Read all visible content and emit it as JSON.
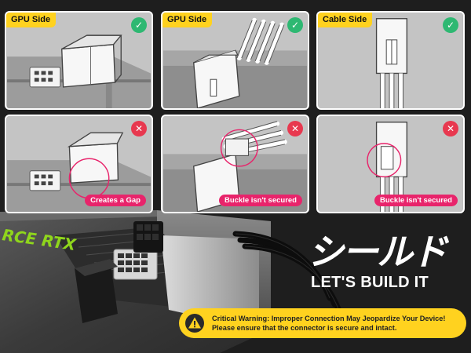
{
  "panels": [
    {
      "label": "GPU Side",
      "status": "correct",
      "status_icon": "✓",
      "caption": ""
    },
    {
      "label": "GPU Side",
      "status": "correct",
      "status_icon": "✓",
      "caption": ""
    },
    {
      "label": "Cable Side",
      "status": "correct",
      "status_icon": "✓",
      "caption": ""
    },
    {
      "label": "",
      "status": "incorrect",
      "status_icon": "✕",
      "caption": "Creates a Gap"
    },
    {
      "label": "",
      "status": "incorrect",
      "status_icon": "✕",
      "caption": "Buckle isn't secured"
    },
    {
      "label": "",
      "status": "incorrect",
      "status_icon": "✕",
      "caption": "Buckle isn't secured"
    }
  ],
  "brand": {
    "logo_text": "シールド",
    "slogan": "LET'S BUILD IT"
  },
  "gpu": {
    "model_text": "RCE RTX"
  },
  "warning": {
    "icon": "warning-triangle-icon",
    "line1": "Critical Warning: Improper Connection May Jeopardize Your Device!",
    "line2": "Please ensure that the connector is secure and intact."
  },
  "colors": {
    "accent": "#ffd21f",
    "ok": "#2eb872",
    "bad": "#e8384f",
    "pill": "#e8246b",
    "panel": "#bdbdbd"
  }
}
